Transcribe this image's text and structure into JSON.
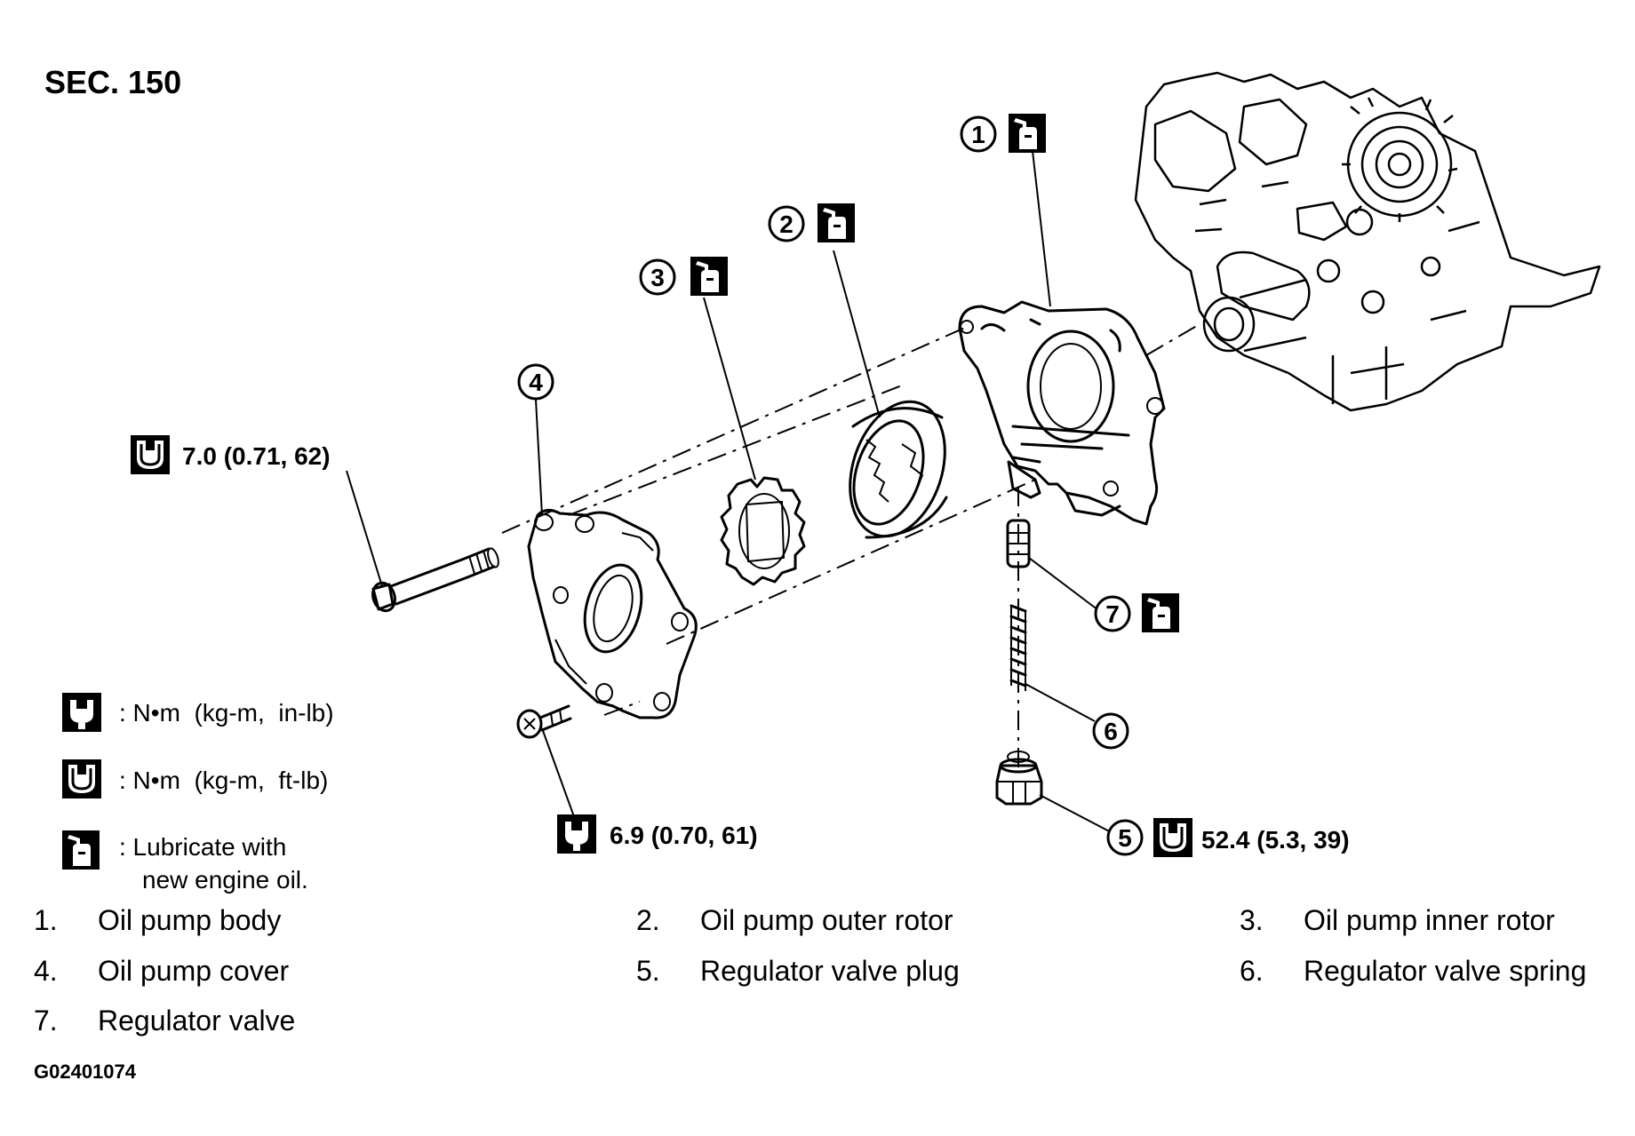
{
  "section": "SEC. 150",
  "callouts": {
    "c1": "1",
    "c2": "2",
    "c3": "3",
    "c4": "4",
    "c5": "5",
    "c6": "6",
    "c7": "7"
  },
  "torque": {
    "bolt_top": "7.0 (0.71, 62)",
    "screw_bottom": "6.9 (0.70, 61)",
    "plug": "52.4 (5.3, 39)"
  },
  "legend": {
    "torque_in_lb": ": N•m  (kg-m,  in-lb)",
    "torque_ft_lb": ": N•m  (kg-m,  ft-lb)",
    "lubricate_line1": ": Lubricate with",
    "lubricate_line2": "new engine oil."
  },
  "parts": [
    {
      "num": "1.",
      "name": "Oil pump body"
    },
    {
      "num": "2.",
      "name": "Oil pump outer rotor"
    },
    {
      "num": "3.",
      "name": "Oil pump inner rotor"
    },
    {
      "num": "4.",
      "name": "Oil pump cover"
    },
    {
      "num": "5.",
      "name": "Regulator valve plug"
    },
    {
      "num": "6.",
      "name": "Regulator valve spring"
    },
    {
      "num": "7.",
      "name": "Regulator valve"
    }
  ],
  "figure_id": "G02401074",
  "icons": {
    "torque_icon": "wrench-socket-icon",
    "lube_icon": "oil-can-icon"
  },
  "colors": {
    "ink": "#000000",
    "paper": "#ffffff"
  }
}
